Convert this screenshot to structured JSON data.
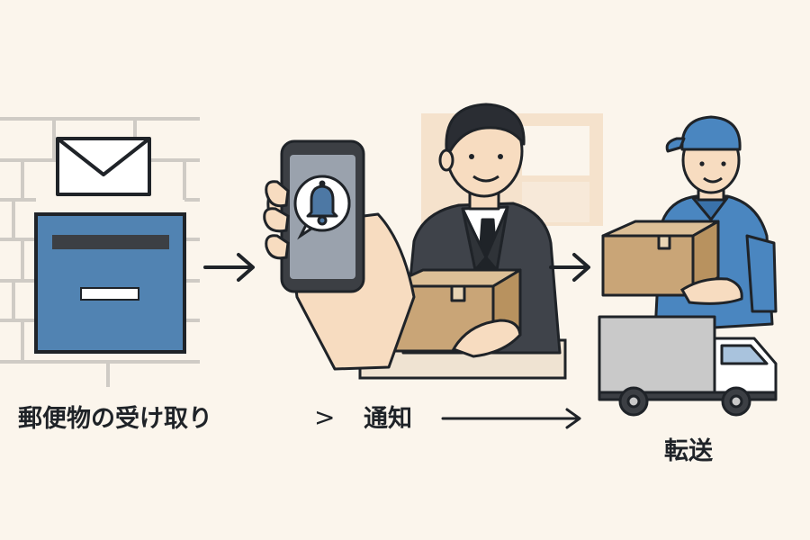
{
  "steps": {
    "receive": {
      "label": "郵便物の受け取り",
      "icon": "mailbox-with-envelope-icon"
    },
    "notify": {
      "label": "通知",
      "icon": "phone-notification-bell-icon"
    },
    "forward": {
      "label": "転送",
      "icon": "delivery-truck-courier-icon"
    }
  },
  "connector_glyph": ">",
  "colors": {
    "background": "#fbf5ec",
    "ink": "#1f2328",
    "mailbox_blue": "#5183b2",
    "wall_line": "#cfcbc5",
    "cardboard": "#c9a577",
    "courier_blue": "#4a86c0",
    "truck_grey": "#c9c9c9"
  }
}
